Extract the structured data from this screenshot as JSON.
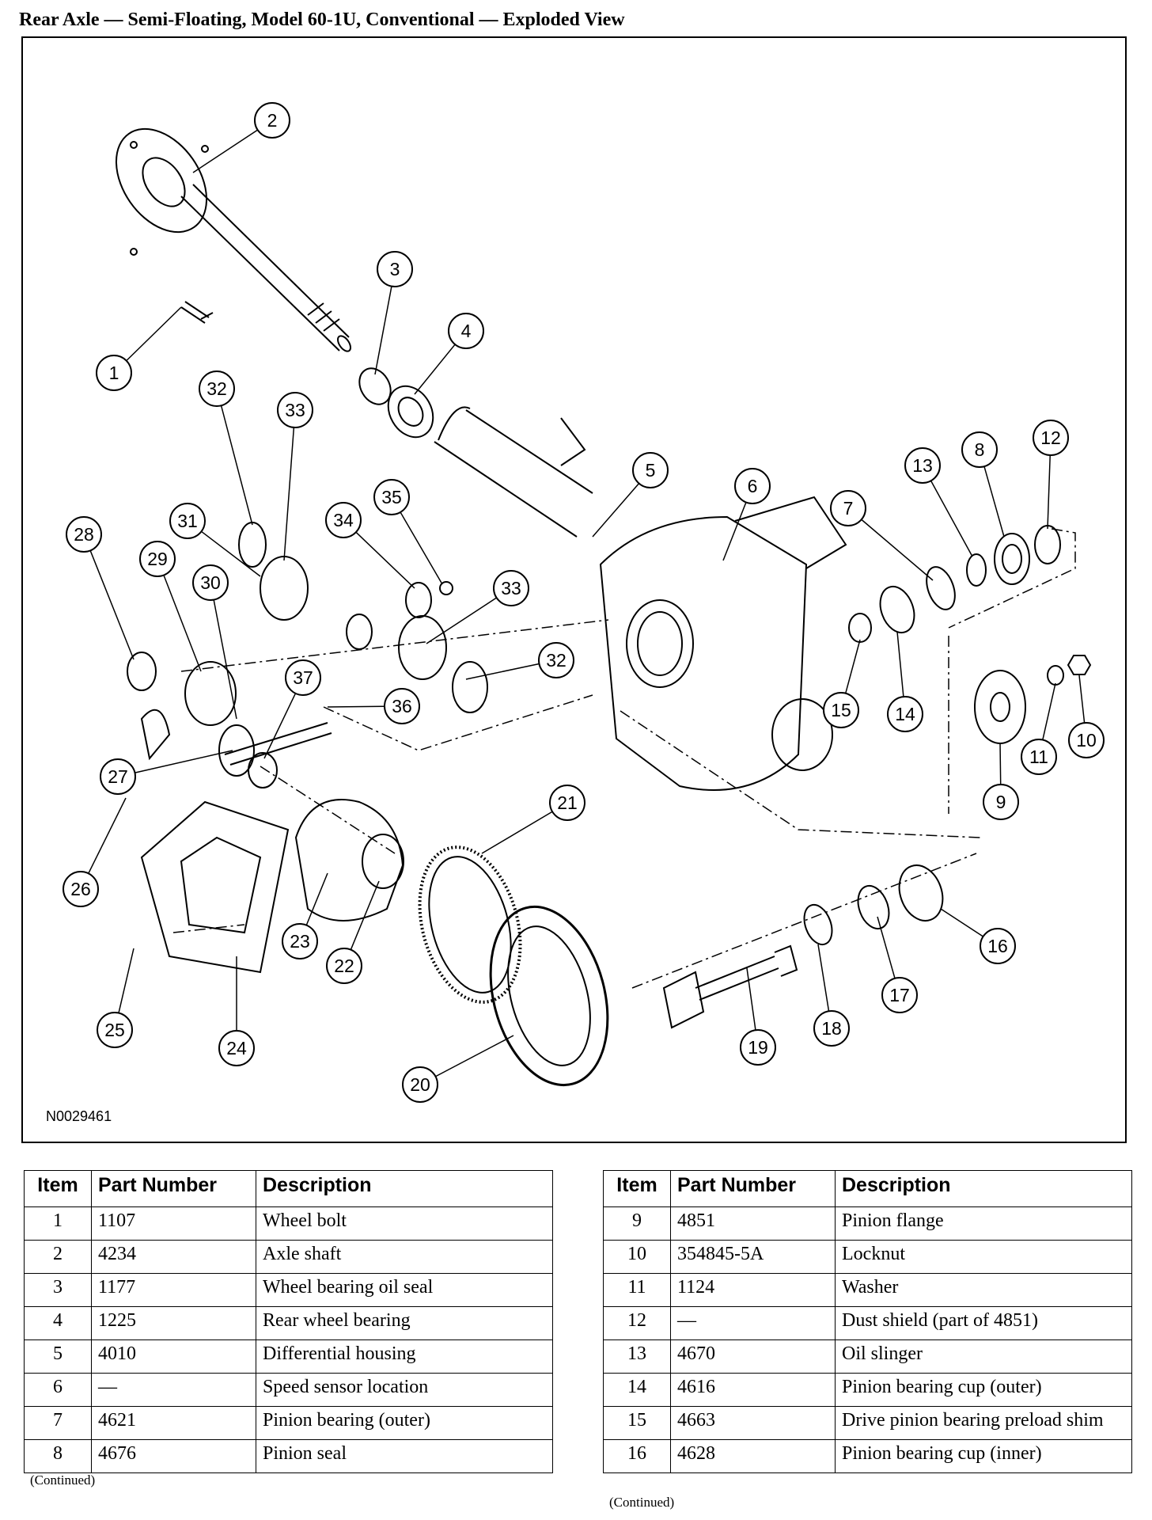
{
  "title": "Rear Axle — Semi-Floating, Model 60-1U, Conventional — Exploded View",
  "figure": {
    "figure_id": "N0029461",
    "callouts": [
      "1",
      "2",
      "3",
      "4",
      "5",
      "6",
      "7",
      "8",
      "9",
      "10",
      "11",
      "12",
      "13",
      "14",
      "15",
      "16",
      "17",
      "18",
      "19",
      "20",
      "21",
      "22",
      "23",
      "24",
      "25",
      "26",
      "27",
      "28",
      "29",
      "30",
      "31",
      "32",
      "33",
      "34",
      "35",
      "36",
      "37",
      "32",
      "33"
    ]
  },
  "table_headers": {
    "item": "Item",
    "part_number": "Part Number",
    "description": "Description"
  },
  "left_table": {
    "rows": [
      {
        "item": "1",
        "part": "1107",
        "desc": "Wheel bolt"
      },
      {
        "item": "2",
        "part": "4234",
        "desc": "Axle shaft"
      },
      {
        "item": "3",
        "part": "1177",
        "desc": "Wheel bearing oil seal"
      },
      {
        "item": "4",
        "part": "1225",
        "desc": "Rear wheel bearing"
      },
      {
        "item": "5",
        "part": "4010",
        "desc": "Differential housing"
      },
      {
        "item": "6",
        "part": "—",
        "desc": "Speed sensor location"
      },
      {
        "item": "7",
        "part": "4621",
        "desc": "Pinion bearing (outer)"
      },
      {
        "item": "8",
        "part": "4676",
        "desc": "Pinion seal"
      }
    ],
    "continued": "(Continued)"
  },
  "right_table": {
    "rows": [
      {
        "item": "9",
        "part": "4851",
        "desc": "Pinion flange"
      },
      {
        "item": "10",
        "part": "354845-5A",
        "desc": "Locknut"
      },
      {
        "item": "11",
        "part": "1124",
        "desc": "Washer"
      },
      {
        "item": "12",
        "part": "—",
        "desc": "Dust shield (part of 4851)"
      },
      {
        "item": "13",
        "part": "4670",
        "desc": "Oil slinger"
      },
      {
        "item": "14",
        "part": "4616",
        "desc": "Pinion bearing cup (outer)"
      },
      {
        "item": "15",
        "part": "4663",
        "desc": "Drive pinion bearing preload shim"
      },
      {
        "item": "16",
        "part": "4628",
        "desc": "Pinion bearing cup (inner)"
      }
    ],
    "continued": "(Continued)"
  }
}
